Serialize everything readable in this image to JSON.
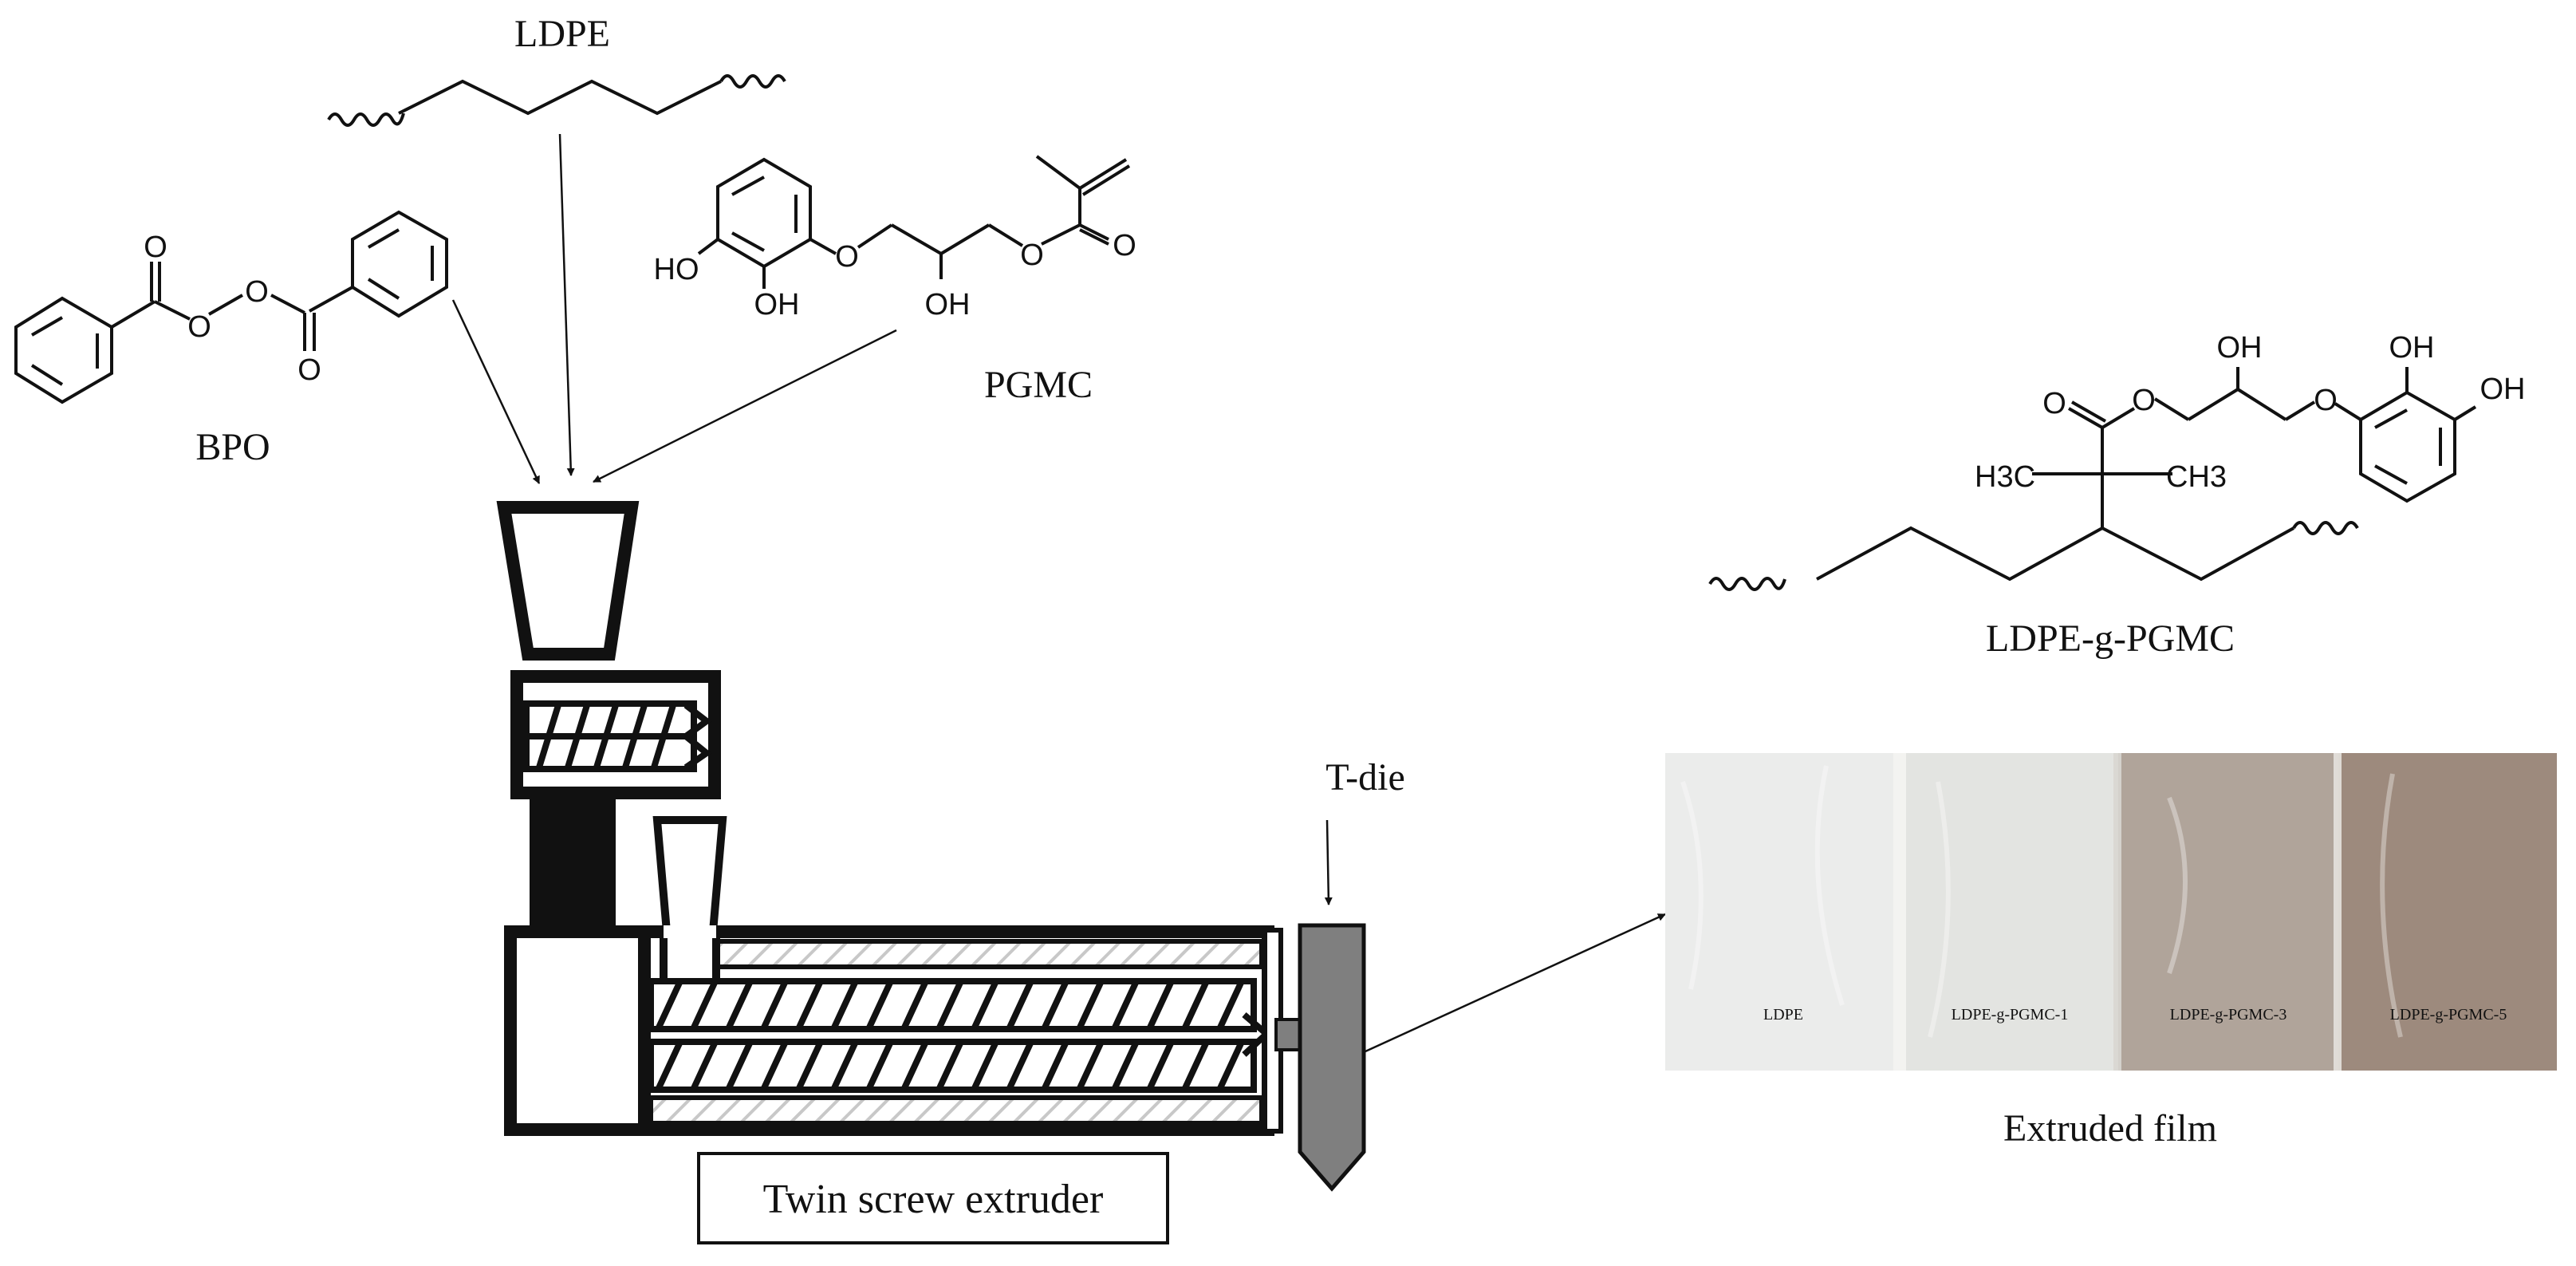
{
  "diagram": {
    "labels": {
      "ldpe": "LDPE",
      "bpo": "BPO",
      "pgmc": "PGMC",
      "t_die": "T-die",
      "extruder": "Twin screw extruder",
      "product": "LDPE-g-PGMC",
      "film_caption": "Extruded film"
    },
    "atoms": {
      "o": "O",
      "oh": "OH",
      "ho": "HO",
      "h3c": "H3C",
      "ch3": "CH3"
    },
    "film_samples": [
      "LDPE",
      "LDPE-g-PGMC-1",
      "LDPE-g-PGMC-3",
      "LDPE-g-PGMC-5"
    ],
    "colors": {
      "ink": "#111111",
      "die": "#7f7f7f",
      "film_ldpe": "#ebeceb",
      "film_pgmc1": "#e3e4e1",
      "film_pgmc3": "#b0a49a",
      "film_pgmc5": "#9d8a7d"
    }
  }
}
